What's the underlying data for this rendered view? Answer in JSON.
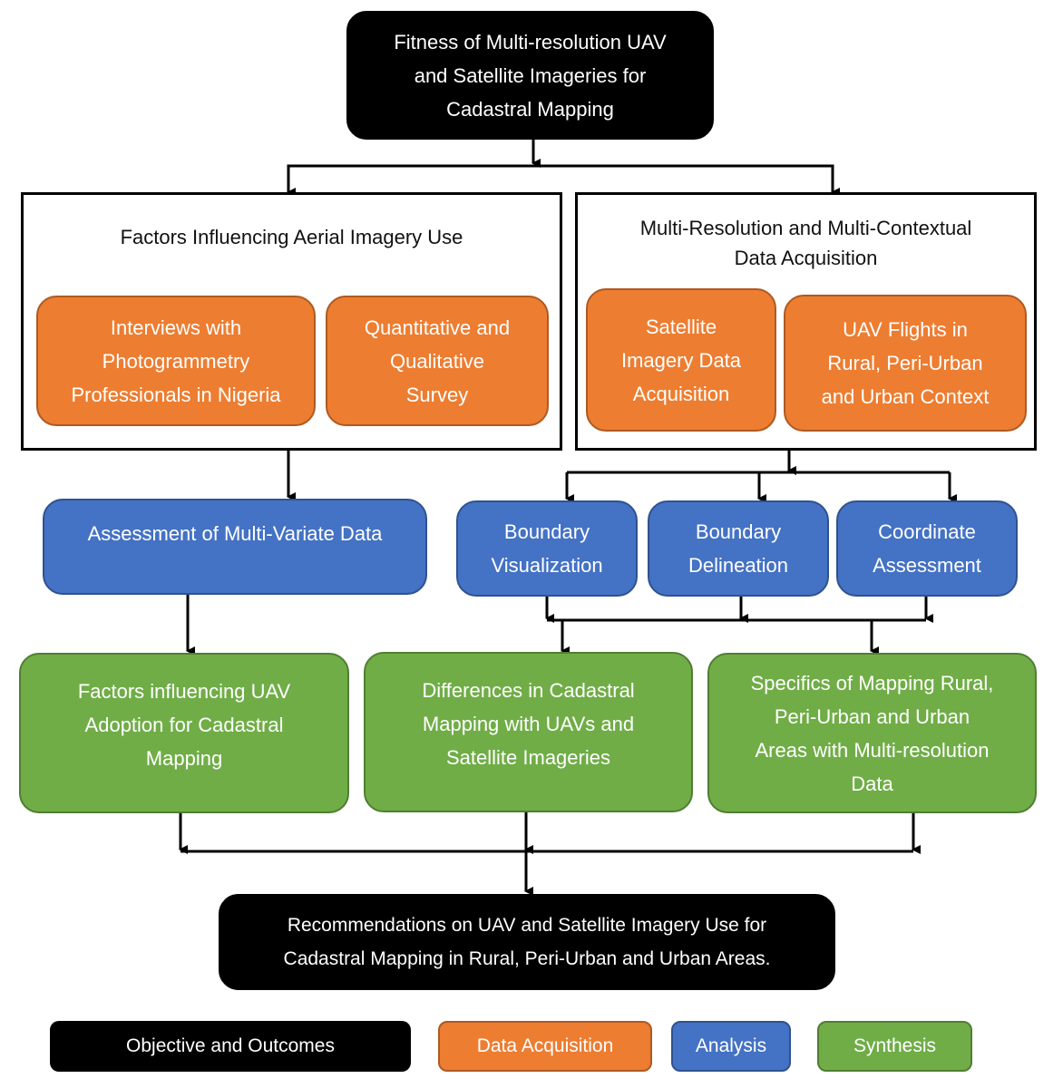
{
  "colors": {
    "objective": "#000000",
    "data_acquisition": "#ed7d31",
    "analysis": "#4472c4",
    "synthesis": "#70ad47"
  },
  "objective": {
    "text": "Fitness of Multi-resolution UAV\nand Satellite Imageries for\nCadastral Mapping"
  },
  "groups": [
    {
      "title": "Factors Influencing Aerial Imagery Use",
      "items": [
        "Interviews with\nPhotogrammetry\nProfessionals in Nigeria",
        "Quantitative and\nQualitative\nSurvey"
      ]
    },
    {
      "title": "Multi-Resolution and Multi-Contextual\nData Acquisition",
      "items": [
        "Satellite\nImagery Data\nAcquisition",
        "UAV Flights in\nRural, Peri-Urban\nand Urban Context"
      ]
    }
  ],
  "analysis": [
    "Assessment of Multi-Variate Data",
    "Boundary\nVisualization",
    "Boundary\nDelineation",
    "Coordinate\nAssessment"
  ],
  "synthesis": [
    "Factors influencing UAV\nAdoption for Cadastral\nMapping",
    "Differences in Cadastral\nMapping with UAVs and\nSatellite Imageries",
    "Specifics of Mapping Rural,\nPeri-Urban and Urban\nAreas with Multi-resolution\nData"
  ],
  "outcome": {
    "text": "Recommendations on UAV and Satellite Imagery Use for\nCadastral Mapping in Rural, Peri-Urban and Urban Areas."
  },
  "legend": [
    {
      "label": "Objective and Outcomes",
      "category": "objective"
    },
    {
      "label": "Data Acquisition",
      "category": "data_acquisition"
    },
    {
      "label": "Analysis",
      "category": "analysis"
    },
    {
      "label": "Synthesis",
      "category": "synthesis"
    }
  ]
}
